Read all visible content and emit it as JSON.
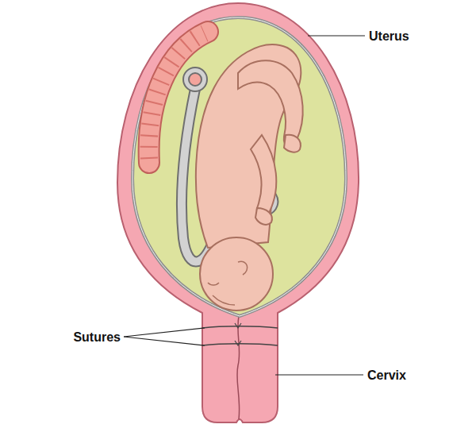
{
  "diagram": {
    "labels": [
      "Uterus",
      "Sutures",
      "Cervix"
    ]
  }
}
